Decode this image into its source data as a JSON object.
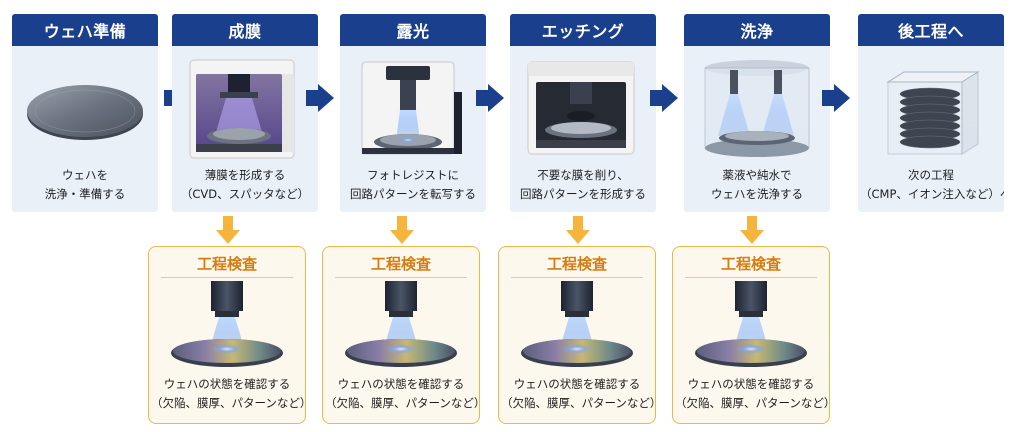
{
  "steps": [
    {
      "title": "ウェハ準備",
      "desc": [
        "ウェハを",
        "洗浄・準備する"
      ],
      "illustration": "wafer"
    },
    {
      "title": "成膜",
      "desc": [
        "薄膜を形成する",
        "（CVD、スパッタなど）"
      ],
      "illustration": "deposition-chamber"
    },
    {
      "title": "露光",
      "desc": [
        "フォトレジストに",
        "回路パターンを転写する"
      ],
      "illustration": "exposure-machine"
    },
    {
      "title": "エッチング",
      "desc": [
        "不要な膜を削り、",
        "回路パターンを形成する"
      ],
      "illustration": "etching-machine"
    },
    {
      "title": "洗浄",
      "desc": [
        "薬液や純水で",
        "ウェハを洗浄する"
      ],
      "illustration": "cleaning-tank"
    },
    {
      "title": "後工程へ",
      "desc": [
        "次の工程",
        "（CMP、イオン注入など）へ"
      ],
      "illustration": "wafer-cassette"
    }
  ],
  "inspections": [
    {
      "title": "工程検査",
      "desc": [
        "ウェハの状態を確認する",
        "（欠陥、膜厚、パターンなど）"
      ]
    },
    {
      "title": "工程検査",
      "desc": [
        "ウェハの状態を確認する",
        "（欠陥、膜厚、パターンなど）"
      ]
    },
    {
      "title": "工程検査",
      "desc": [
        "ウェハの状態を確認する",
        "（欠陥、膜厚、パターンなど）"
      ]
    },
    {
      "title": "工程検査",
      "desc": [
        "ウェハの状態を確認する",
        "（欠陥、膜厚、パターンなど）"
      ]
    }
  ],
  "colors": {
    "header_bg": "#1a3f8c",
    "step_bg": "#e9f0f8",
    "flow_arrow": "#1a3f8c",
    "inspection_border": "#f0b64a",
    "inspection_title": "#d47d10",
    "down_arrow": "#f5b43c"
  }
}
